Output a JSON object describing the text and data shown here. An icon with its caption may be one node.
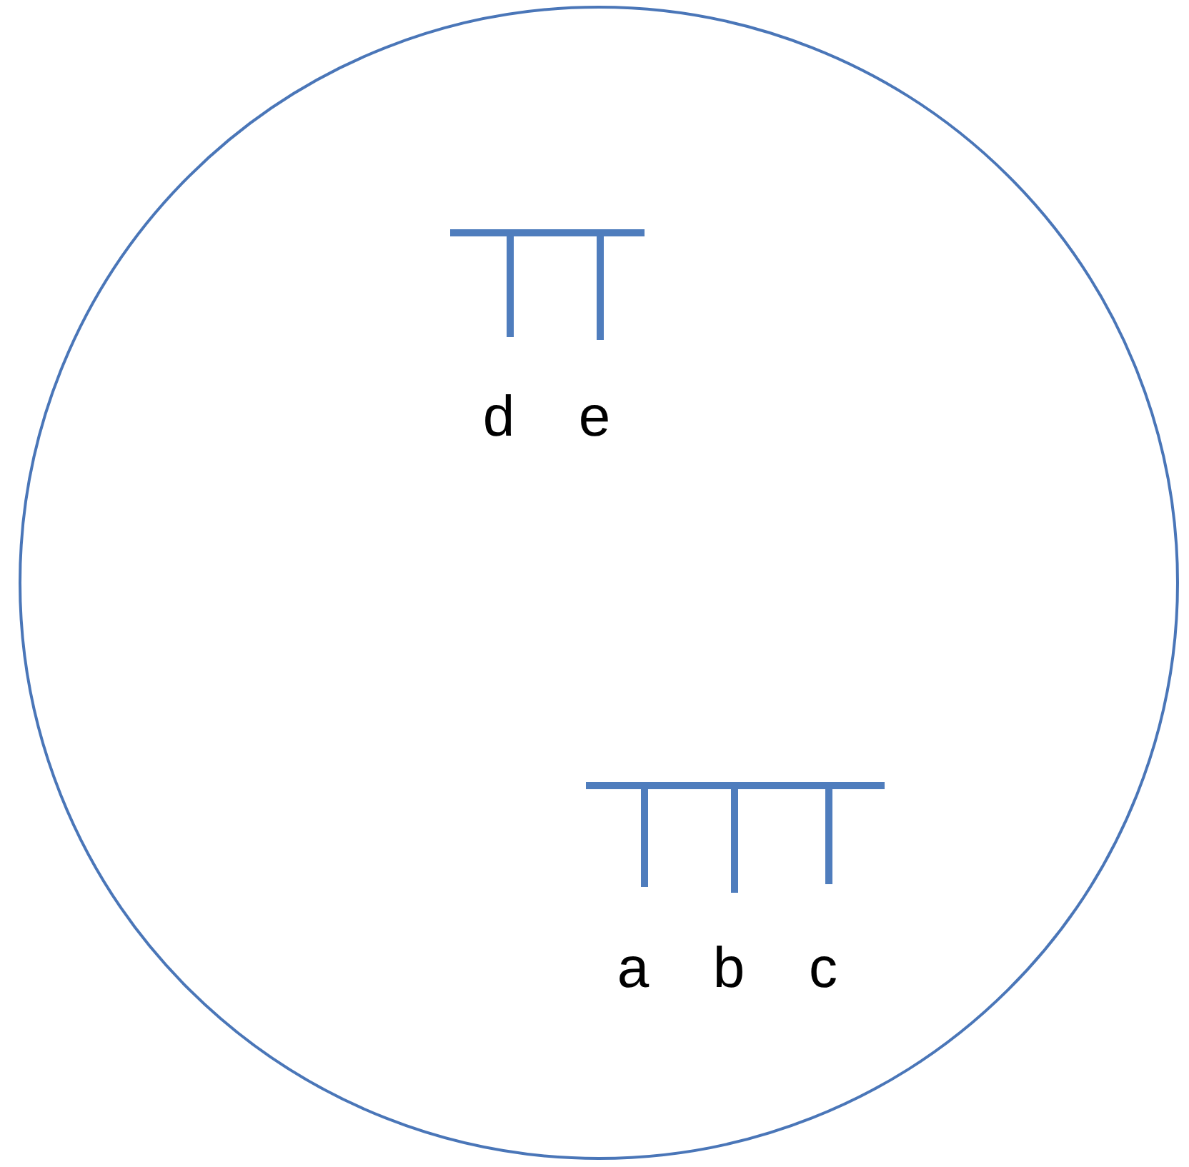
{
  "diagram": {
    "labels": [
      "d",
      "e",
      "a",
      "b",
      "c"
    ]
  }
}
